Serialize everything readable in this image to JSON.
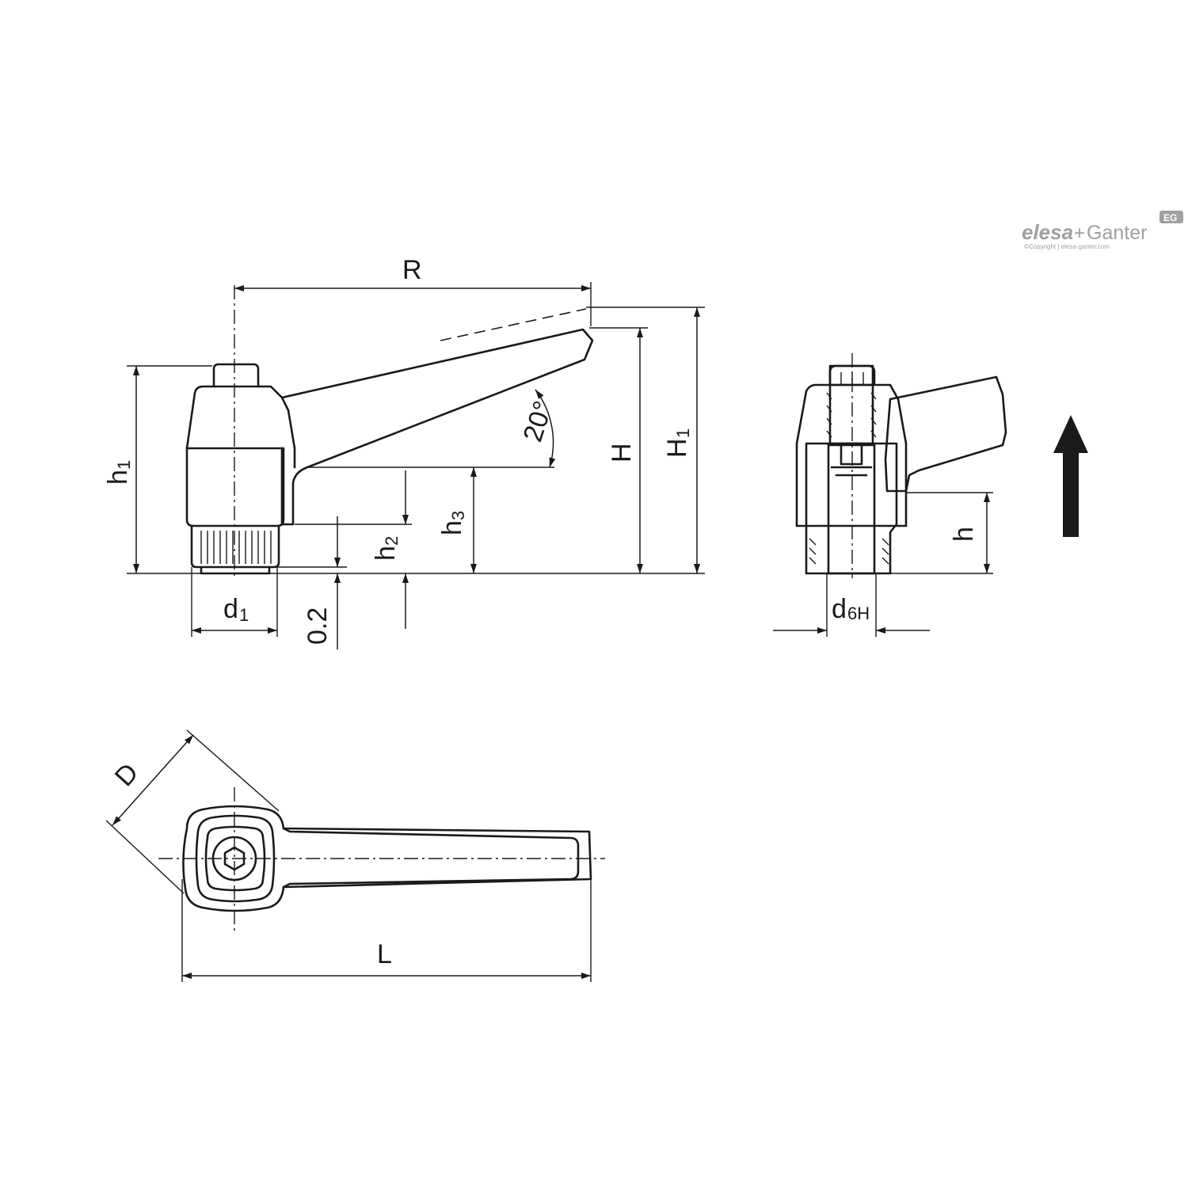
{
  "brand": {
    "name_part1": "elesa",
    "name_plus": "+",
    "name_part2": "Ganter",
    "badge": "EG",
    "copyright": "©Copyright | elesa-ganter.com"
  },
  "labels": {
    "R": "R",
    "H": "H",
    "H1_main": "H",
    "H1_sub": "1",
    "h1_main": "h",
    "h1_sub": "1",
    "h2_main": "h",
    "h2_sub": "2",
    "h3_main": "h",
    "h3_sub": "3",
    "angle": "20°",
    "d1_main": "d",
    "d1_sub": "1",
    "gap": "0.2",
    "h": "h",
    "d6H_main": "d",
    "d6H_sub": "6H",
    "D": "D",
    "L": "L"
  },
  "colors": {
    "line": "#1a1a1a",
    "logo": "#a0a0a0"
  }
}
